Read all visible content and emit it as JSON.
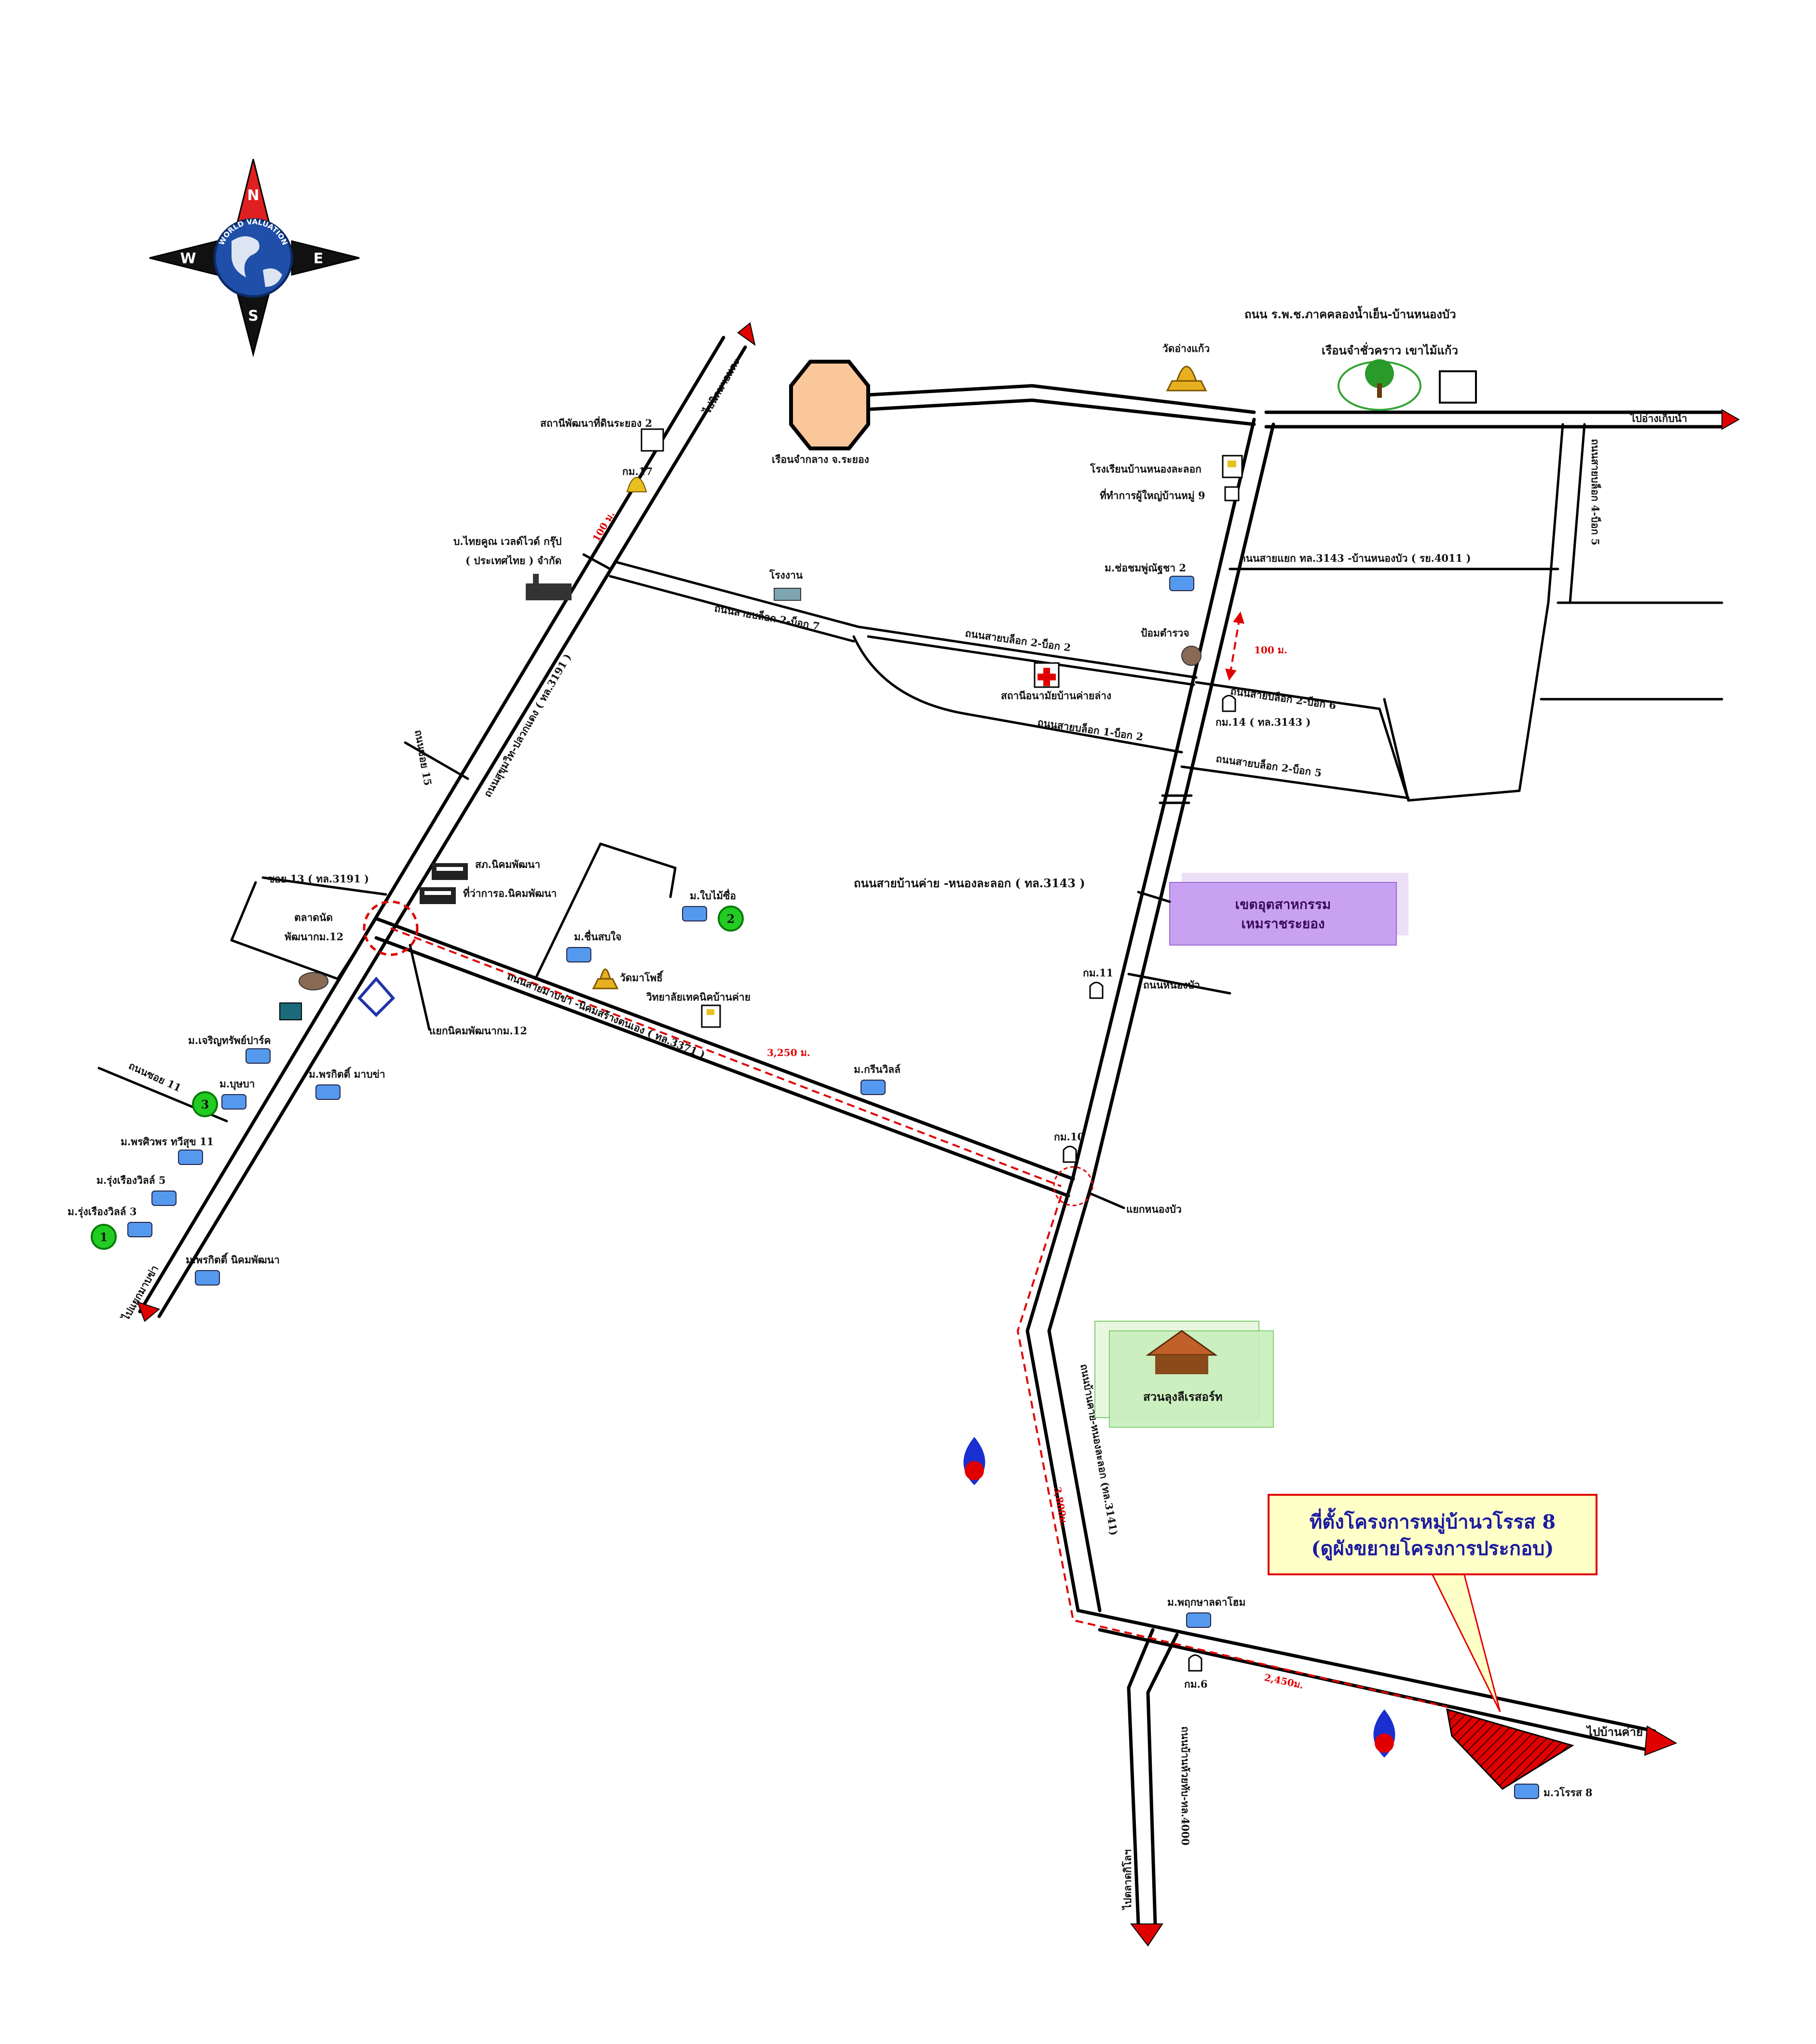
{
  "compass": {
    "n": "N",
    "s": "S",
    "e": "E",
    "w": "W",
    "emblem_text": "WORLD VALUATION"
  },
  "roads": {
    "top_highway": "ถนน ร.พ.ช.ภาคคลองน้ำเย็น-บ้านหนองบัว",
    "top_right_arrow": "ไปอ่างเก็บน้ำ",
    "right_vertical": "ถนนสายบล็อก 4-บ็อก 5",
    "road_3143_branch": "ถนนสายแยก ทล.3143 -บ้านหนองบัว ( รย.4011 )",
    "block_2_7": "ถนนสายบล็อก 2-บ็อก 7",
    "block_2_2": "ถนนสายบล็อก 2-บ็อก 2",
    "block_2_6": "ถนนสายบล็อก 2-บ็อก 6",
    "block_1_2": "ถนนสายบล็อก 1-บ็อก 2",
    "block_2_5": "ถนนสายบล็อก 2-บ็อก 5",
    "road_3143": "ถนนสายบ้านค่าย -หนองละลอก ( ทล.3143 )",
    "road_3191": "ถนนสุขุมวิท-ปลวกแดง ( ทล.3191 )",
    "road_3371": "ถนนสายมาบข่า -นิคมสร้างตนเอง ( ทล.3371 )",
    "road_3141": "ถนนบ้านค่าย-หนองละลอก (ทล.3141)",
    "top_left_arrow": "ไปนิคมฯอมตะ",
    "bottom_left_arrow": "ไปแยกมาบข่า",
    "soi_15": "ถนนซอย 15",
    "soi_11": "ถนนซอย 11",
    "soi_13": "ซอย 13 ( ทล.3191 )",
    "soi_nongbua": "ถนนหนองบัว",
    "right_arrow_bottom": "ไปบ้านค่าย",
    "bottom_arrow": "ไปตลาดกิโลฯ",
    "bottom_vertical": "ถนนบ้านห้วยทับ-ทล.4000"
  },
  "places": {
    "gas_station_2": "สถานีพัฒนาที่ดินระยอง 2",
    "prison": "เรือนจำกลาง จ.ระยอง",
    "wat_ang": "วัดอ่างแก้ว",
    "reservoir": "เรือนจำชั่วคราว เขาไม้แก้ว",
    "km17": "กม.17",
    "thai_group": "บ.ไทยคูณ เวลด์ไวด์ กรุ๊ป",
    "thai_group_2": "( ประเทศไทย ) จำกัด",
    "factory": "โรงงาน",
    "school": "โรงเรียนบ้านหนองละลอก",
    "village_office": "ที่ทำการผู้ใหญ่บ้านหมู่ 9",
    "village_chok": "ม.ช่อชมพู่ณัฐชา 2",
    "police_box": "ป้อมตำรวจ",
    "health_center": "สถานีอนามัยบ้านค่ายล่าง",
    "km14": "กม.14 ( ทล.3143 )",
    "industrial_zone_1": "เขตอุตสาหกรรม",
    "industrial_zone_2": "เหมราชระยอง",
    "nikom_police": "สภ.นิคมพัฒนา",
    "nikom_office": "ที่ว่าการอ.นิคมพัฒนา",
    "market": "ตลาดนัด",
    "market_2": "พัฒนากม.12",
    "village_bai": "ม.ใบไม้ซื่อ",
    "village_chuen": "ม.ชื่นสบใจ",
    "wat_pho": "วัดมาโพธิ์",
    "college": "วิทยาลัยเทคนิคบ้านค่าย",
    "km11": "กม.11",
    "junction_12": "แยกนิคมพัฒนากม.12",
    "village_charoen": "ม.เจริญทรัพย์ปาร์ค",
    "village_pattana": "ม.พรกิตติ์ มาบข่า",
    "village_rungrueang_2": "ม.บุษบา",
    "village_pattana_2": "ม.พรศิวพร ทวีสุข 11",
    "village_rungrueang_5": "ม.รุ่งเรืองวิลล์ 5",
    "village_rungrueang_3": "ม.รุ่งเรืองวิลล์ 3",
    "village_pattana_3": "ม.พรกิตติ์ นิคมพัฒนา",
    "village_kirin": "ม.กรีนวิลล์",
    "km10": "กม.10",
    "junction_nongbua": "แยกหนองบัว",
    "resort": "สวนลุงลีเรสอร์ท",
    "village_near": "ม.พฤกษาลดาโฮม",
    "km6": "กม.6",
    "village_project": "ม.วโรรส 8"
  },
  "distances": {
    "d100_top": "100 ม.",
    "d100_right": "100 ม.",
    "d3250": "3,250 ม.",
    "d3800": "3,800ม.",
    "d2450": "2,450ม."
  },
  "markers": {
    "m1": "1",
    "m2": "2",
    "m3": "3"
  },
  "callout": {
    "line1": "ที่ตั้งโครงการหมู่บ้านวโรรส 8",
    "line2": "(ดูผังขยายโครงการประกอบ)"
  },
  "colors": {
    "compass_red": "#e02020",
    "compass_black": "#111111",
    "globe_blue": "#1f4fa8",
    "prison_fill": "#f9c79a",
    "zone_purple": "#c9a1f2",
    "callout_bg": "#ffffc8",
    "callout_border": "#e00000",
    "project_red": "#e00000",
    "marker_green": "#22cc22",
    "fuel_blue": "#1a2fd0"
  }
}
